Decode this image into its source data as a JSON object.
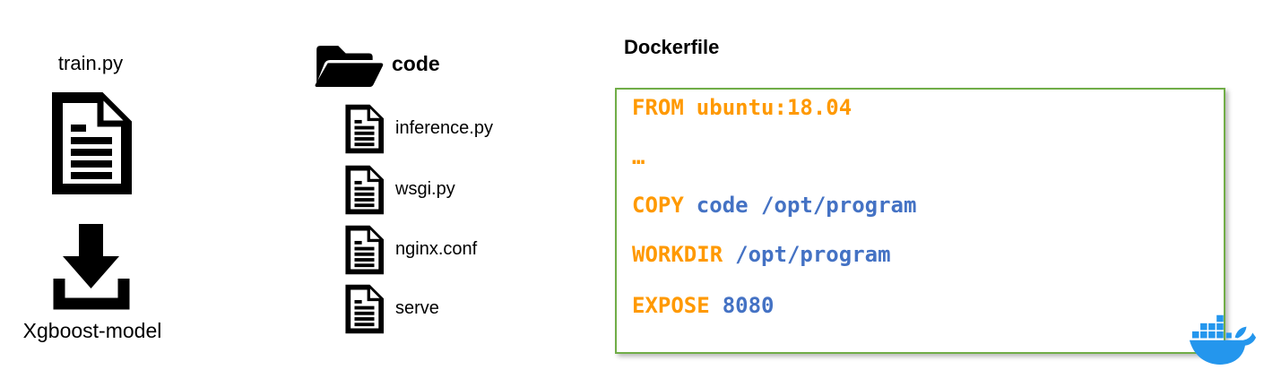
{
  "left_panel": {
    "top_label": "train.py",
    "bottom_label": "Xgboost-model"
  },
  "code_folder": {
    "folder_label": "code",
    "files": [
      "inference.py",
      "wsgi.py",
      "nginx.conf",
      "serve"
    ]
  },
  "dockerfile": {
    "title": "Dockerfile",
    "lines": [
      {
        "keyword": "FROM",
        "argument": "ubuntu:18.04"
      },
      {
        "keyword": "…",
        "argument": ""
      },
      {
        "keyword": "COPY",
        "argument": "code /opt/program"
      },
      {
        "keyword": "WORKDIR",
        "argument": "/opt/program"
      },
      {
        "keyword": "EXPOSE",
        "argument": "8080"
      }
    ]
  },
  "icons": {
    "document": "document-icon",
    "download": "download-icon",
    "folder": "folder-icon",
    "docker_whale": "docker-whale-icon"
  },
  "colors": {
    "keyword_orange": "#FF9900",
    "argument_blue": "#4472C4",
    "box_border_green": "#70AD47",
    "docker_blue": "#2496ED",
    "icon_black": "#000000"
  }
}
